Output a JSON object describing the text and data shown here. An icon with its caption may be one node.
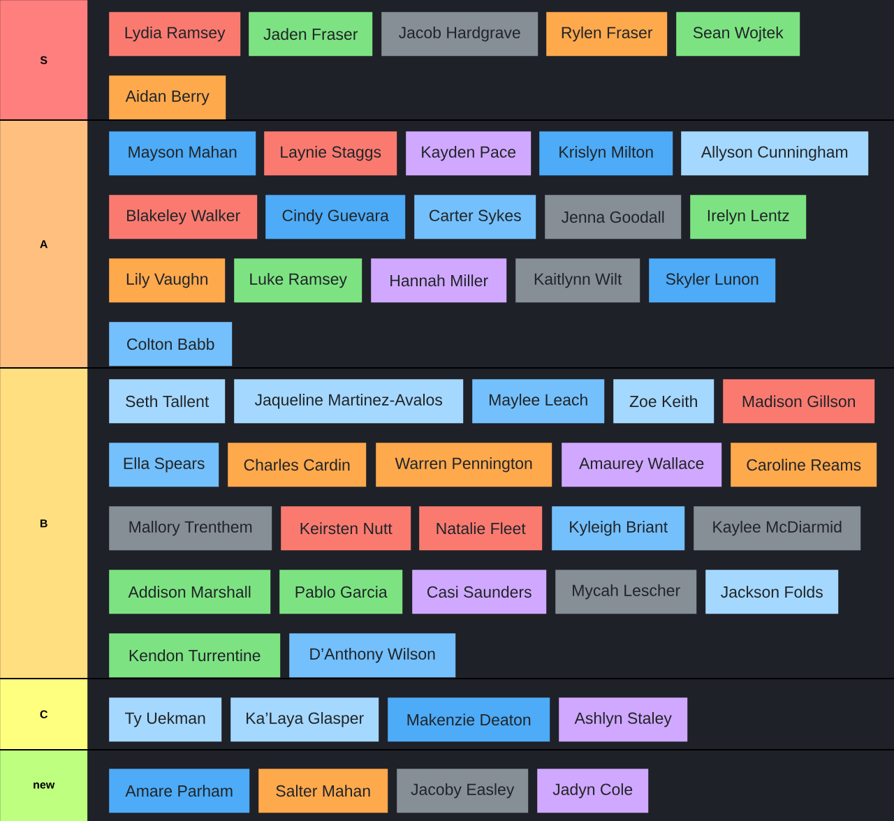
{
  "diagram": {
    "nodes": [
      {
        "text": [
          "S"
        ]
      },
      {
        "text": [
          "Lydia Ramsey"
        ]
      },
      {
        "text": [
          "Jaden Fraser"
        ]
      },
      {
        "text": [
          "Jacob Hardgrave"
        ]
      },
      {
        "text": [
          "Rylen Fraser"
        ]
      },
      {
        "text": [
          "Sean Wojtek"
        ]
      },
      {
        "text": [
          "Aidan Berry"
        ]
      },
      {
        "text": [
          "A"
        ]
      },
      {
        "text": [
          "Mayson Mahan"
        ]
      },
      {
        "text": [
          "Laynie Staggs"
        ]
      },
      {
        "text": [
          "Kayden Pace"
        ]
      },
      {
        "text": [
          "Krislyn Milton"
        ]
      },
      {
        "text": [
          "Allyson Cunningham"
        ]
      },
      {
        "text": [
          "Blakeley Walker"
        ]
      },
      {
        "text": [
          "Cindy Guevara"
        ]
      },
      {
        "text": [
          "Carter Sykes"
        ]
      },
      {
        "text": [
          "Jenna Goodall"
        ]
      },
      {
        "text": [
          "Irelyn Lentz"
        ]
      },
      {
        "text": [
          "Lily Vaughn"
        ]
      },
      {
        "text": [
          "Luke Ramsey"
        ]
      },
      {
        "text": [
          "Hannah Miller"
        ]
      },
      {
        "text": [
          "Kaitlynn Wilt"
        ]
      },
      {
        "text": [
          "Skyler Lunon"
        ]
      },
      {
        "text": [
          "Colton Babb"
        ]
      },
      {
        "text": [
          "B"
        ]
      },
      {
        "text": [
          "Seth Tallent"
        ]
      },
      {
        "text": [
          "Jaqueline Martinez-Avalos"
        ]
      },
      {
        "text": [
          "Maylee Leach"
        ]
      },
      {
        "text": [
          "Zoe Keith"
        ]
      },
      {
        "text": [
          "Madison Gillson"
        ]
      },
      {
        "text": [
          "Ella Spears"
        ]
      },
      {
        "text": [
          "Charles Cardin"
        ]
      },
      {
        "text": [
          "Warren Pennington"
        ]
      },
      {
        "text": [
          "Amaurey Wallace"
        ]
      },
      {
        "text": [
          "Caroline Reams"
        ]
      },
      {
        "text": [
          "Mallory Trenthem"
        ]
      },
      {
        "text": [
          "Keirsten Nutt"
        ]
      },
      {
        "text": [
          "Natalie Fleet"
        ]
      },
      {
        "text": [
          "Kyleigh Briant"
        ]
      },
      {
        "text": [
          "Kaylee McDiarmid"
        ]
      },
      {
        "text": [
          "Addison Marshall"
        ]
      },
      {
        "text": [
          "Pablo Garcia"
        ]
      },
      {
        "text": [
          "Casi Saunders"
        ]
      },
      {
        "text": [
          "Mycah Lescher"
        ]
      },
      {
        "text": [
          "Jackson Folds"
        ]
      },
      {
        "text": [
          "Kendon Turrentine"
        ]
      },
      {
        "text": [
          "D’Anthony Wilson"
        ]
      },
      {
        "text": [
          "C"
        ]
      },
      {
        "text": [
          "Ty Uekman"
        ]
      },
      {
        "text": [
          "Ka’Laya Glasper"
        ]
      },
      {
        "text": [
          "Makenzie Deaton"
        ]
      },
      {
        "text": [
          "Ashlyn Staley"
        ]
      },
      {
        "text": [
          "new"
        ]
      },
      {
        "text": [
          "Amare Parham"
        ]
      },
      {
        "text": [
          "Salter Mahan"
        ]
      },
      {
        "text": [
          "Jacoby Easley"
        ]
      },
      {
        "text": [
          "Jadyn Cole"
        ]
      }
    ]
  }
}
